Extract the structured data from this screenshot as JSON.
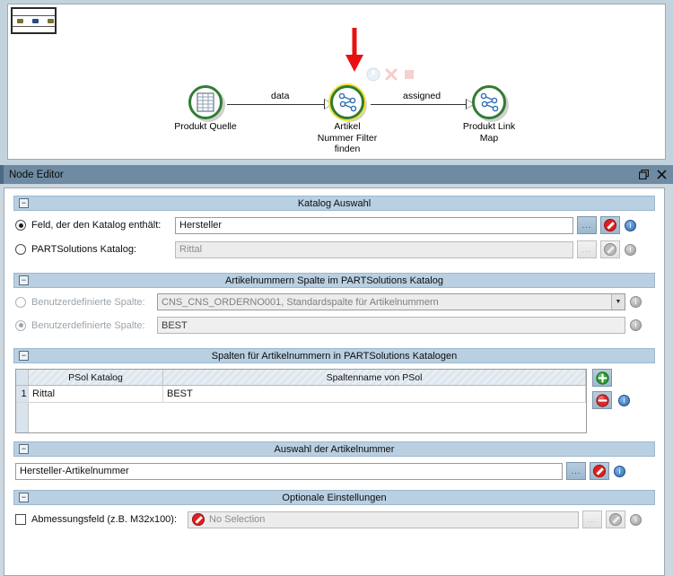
{
  "workflow": {
    "minimap_name": "workflow-overview-minimap",
    "nodes": [
      {
        "name": "Produkt Quelle",
        "label": "Produkt Quelle",
        "icon": "table-source-icon",
        "selected": false
      },
      {
        "name": "Artikel Nummer Filter finden",
        "label": "Artikel\nNummer Filter\nfinden",
        "icon": "node-graph-icon",
        "selected": true
      },
      {
        "name": "Produkt Link Map",
        "label": "Produkt Link\nMap",
        "icon": "node-graph-icon",
        "selected": false
      }
    ],
    "connections": [
      {
        "label": "data"
      },
      {
        "label": "assigned"
      }
    ],
    "exec_icons": [
      "execute-icon",
      "cancel-icon",
      "stop-icon"
    ],
    "annotation_arrow": "red-down-arrow",
    "colors": {
      "node_ring": "#2f7d32",
      "selection": "#f2e23a",
      "annotation": "#e81010",
      "canvas_bg": "#c3d3de"
    }
  },
  "node_editor": {
    "title": "Node Editor",
    "window_buttons": [
      {
        "name": "restore-button",
        "glyph": "restore-icon"
      },
      {
        "name": "close-button",
        "glyph": "close-icon"
      }
    ]
  },
  "sections": {
    "katalog_auswahl": {
      "title": "Katalog Auswahl",
      "collapse_glyph": "−",
      "rows": [
        {
          "radio_label": "Feld, der den Katalog enthält:",
          "value": "Hersteller",
          "selected": true,
          "enabled": true,
          "browse_label": "...",
          "flowvar_icon": "no-entry-icon",
          "info_icon": "info-icon"
        },
        {
          "radio_label": "PARTSolutions Katalog:",
          "value": "Rittal",
          "selected": false,
          "enabled": false,
          "browse_label": "...",
          "flowvar_icon": "no-entry-icon",
          "info_icon": "info-icon"
        }
      ]
    },
    "artikelnummern_spalte": {
      "title": "Artikelnummern Spalte im PARTSolutions Katalog",
      "collapse_glyph": "−",
      "rows": [
        {
          "radio_label": "Benutzerdefinierte Spalte:",
          "value": "CNS_CNS_ORDERNO001, Standardspalte für Artikelnummern",
          "selected": false,
          "enabled": false,
          "control": "combo",
          "info_icon": "info-icon"
        },
        {
          "radio_label": "Benutzerdefinierte Spalte:",
          "value": "BEST",
          "selected": true,
          "enabled": false,
          "control": "text",
          "info_icon": "info-icon"
        }
      ]
    },
    "spalten_tabelle": {
      "title": "Spalten für Artikelnummern in PARTSolutions Katalogen",
      "collapse_glyph": "−",
      "table": {
        "columns": [
          "",
          "PSol Katalog",
          "Spaltenname von PSol"
        ],
        "rows": [
          {
            "index": "1",
            "psol_katalog": "Rittal",
            "spaltenname": "BEST"
          }
        ]
      },
      "add_button": "add-row-button",
      "remove_button": "remove-row-button",
      "info_icon": "info-icon"
    },
    "auswahl_artikelnummer": {
      "title": "Auswahl der Artikelnummer",
      "collapse_glyph": "−",
      "value": "Hersteller-Artikelnummer",
      "browse_label": "...",
      "flowvar_icon": "no-entry-icon",
      "info_icon": "info-icon"
    },
    "optionale_einstellungen": {
      "title": "Optionale Einstellungen",
      "collapse_glyph": "−",
      "checkbox_label": "Abmessungsfeld (z.B. M32x100):",
      "checked": false,
      "value": "No Selection",
      "value_icon": "no-selection-icon",
      "browse_label": "...",
      "flowvar_icon": "no-entry-icon",
      "info_icon": "info-icon"
    }
  }
}
